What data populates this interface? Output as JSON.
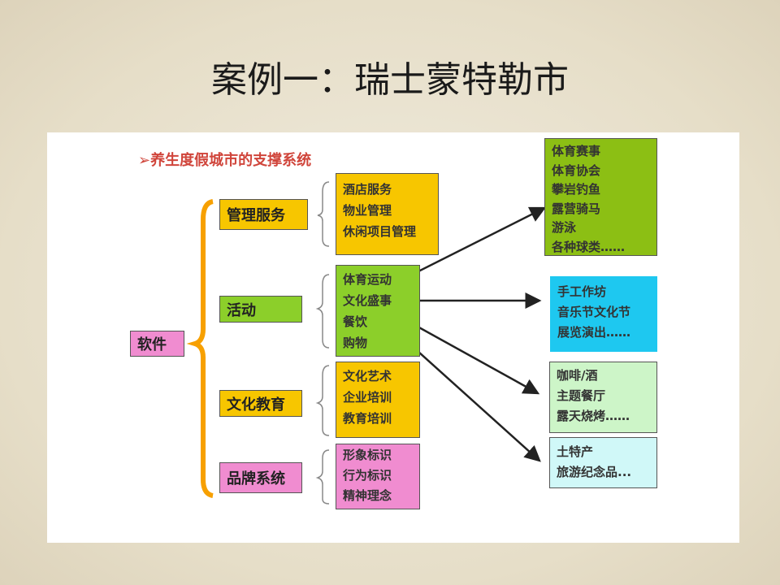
{
  "title": "案例一：瑞士蒙特勒市",
  "subtitle": "➢养生度假城市的支撑系统",
  "root": "软件",
  "categories": [
    {
      "label": "管理服务",
      "items": [
        "酒店服务",
        "物业管理",
        "休闲项目管理"
      ]
    },
    {
      "label": "活动",
      "items": [
        "体育运动",
        "文化盛事",
        "餐饮",
        "购物"
      ]
    },
    {
      "label": "文化教育",
      "items": [
        "文化艺术",
        "企业培训",
        "教育培训"
      ]
    },
    {
      "label": "品牌系统",
      "items": [
        "形象标识",
        "行为标识",
        "精神理念"
      ]
    }
  ],
  "details": [
    {
      "items": [
        "体育赛事",
        "体育协会",
        "攀岩钓鱼",
        "露营骑马",
        "游泳",
        "各种球类……"
      ]
    },
    {
      "items": [
        "手工作坊",
        "音乐节文化节",
        "展览演出……"
      ]
    },
    {
      "items": [
        "咖啡/酒",
        "主题餐厅",
        "露天烧烤……"
      ]
    },
    {
      "items": [
        "土特产",
        "旅游纪念品..."
      ]
    }
  ],
  "colors": {
    "yellow": "#f7c600",
    "green": "#8ccf2a",
    "pink": "#f08cd0",
    "dark_green": "#8cbf14",
    "cyan": "#1ec8f0",
    "light_green": "#cdf5c8",
    "light_cyan": "#d0f8f8",
    "brace": "#f7a000"
  }
}
